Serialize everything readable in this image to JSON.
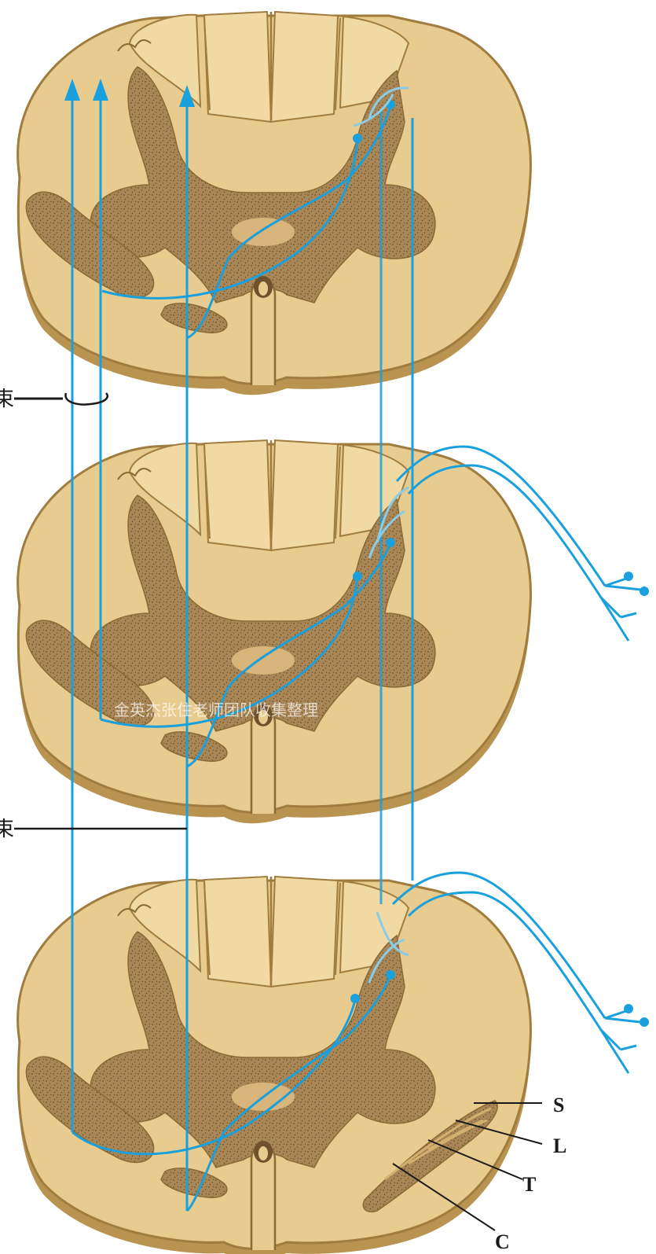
{
  "diagram": {
    "section_count": 3,
    "left_labels": {
      "upper": "束",
      "middle": "束"
    },
    "lamination_labels": [
      "S",
      "L",
      "T",
      "C"
    ],
    "watermark": "金英杰张住老师团队收集整理",
    "colors": {
      "white_matter": "#e8cb8f",
      "white_matter_rim": "#a07d3e",
      "white_matter_shadow": "#b99451",
      "gray_matter": "#a98656",
      "gray_speckle": "#6f522b",
      "fiber": "#1aa0dc",
      "fiber_faint": "#8ccbe4",
      "leader": "#1a1a1a"
    }
  }
}
